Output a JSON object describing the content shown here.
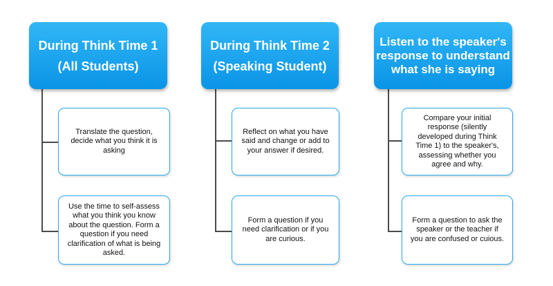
{
  "columns": [
    {
      "header": [
        "During Think Time 1",
        "(All Students)"
      ],
      "cards": [
        "Translate the question, decide what you think it is asking",
        "Use the time to self-assess what you think you know about the question. Form a question if you need clarification of what is being asked."
      ]
    },
    {
      "header": [
        "During Think Time 2",
        "(Speaking Student)"
      ],
      "cards": [
        "Reflect on what you have said and change or add to your answer if desired.",
        "Form a question if you need clarification or if you are curious."
      ]
    },
    {
      "header": [
        "Listen to the speaker's",
        "response to understand",
        "what she is saying"
      ],
      "cards": [
        "Compare your initial response (silently developed during Think Time 1) to the speaker's, assessing whether you agree and why.",
        "Form a question to ask the speaker or the teacher if you are confused or cuious."
      ]
    }
  ],
  "colors": {
    "header_fill": "#0a94e6",
    "card_border": "#2aa6ec",
    "connector": "#4a4a4a"
  }
}
